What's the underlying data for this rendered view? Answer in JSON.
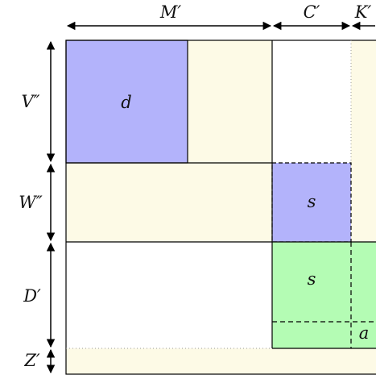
{
  "columns": {
    "m": "M′",
    "c": "C′",
    "k": "K′"
  },
  "rows": {
    "v": "V″",
    "w": "W″",
    "d": "D′",
    "z": "Z′"
  },
  "blocks": {
    "d": "d",
    "s_upper": "s",
    "s_lower": "s",
    "a": "a"
  },
  "colors": {
    "cream": "#fdfae6",
    "blue": "#b3b3fb",
    "green": "#b4fcb4",
    "line": "#000000"
  }
}
